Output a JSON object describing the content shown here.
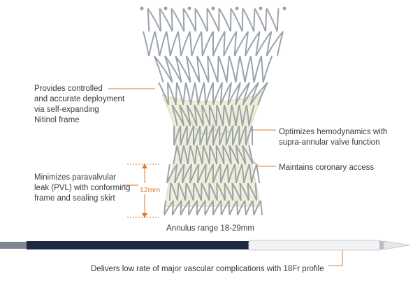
{
  "labels": {
    "deploy": "Provides controlled\nand accurate deployment\nvia self-expanding\nNitinol frame",
    "pvl": "Minimizes paravalvular\nleak (PVL) with conforming\nframe and sealing skirt",
    "hemodynamics": "Optimizes hemodynamics with\nsupra-annular valve function",
    "coronary": "Maintains coronary access",
    "height": "12mm",
    "annulus": "Annulus range 18-29mm",
    "delivery": "Delivers low rate of major vascular complications with 18Fr profile"
  },
  "colors": {
    "accent": "#e07a2b",
    "frame": "#9aa3ab",
    "tissue": "#efefd8",
    "text": "#3a3a3a",
    "catheter": "#1c2a44"
  }
}
